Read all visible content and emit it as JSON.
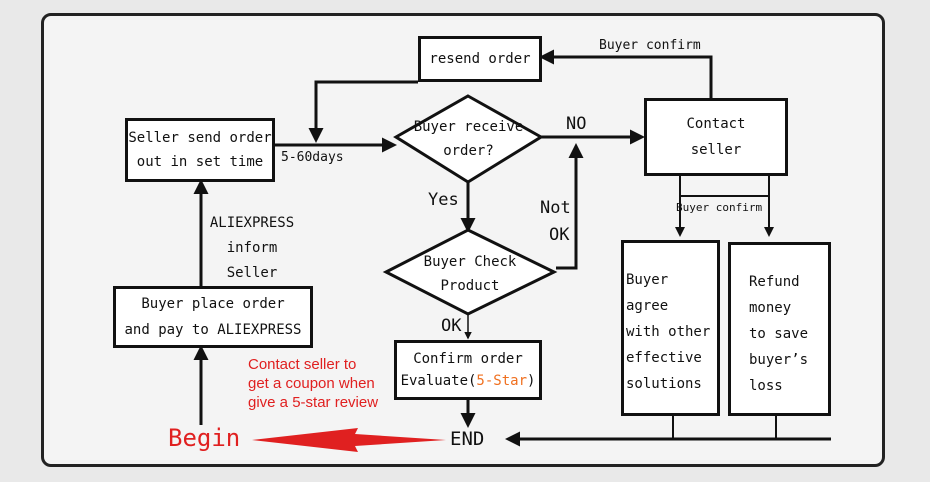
{
  "nodes": {
    "resend_order": "resend order",
    "seller_send_line1": "Seller send order",
    "seller_send_line2": "out in set time",
    "buyer_receive_line1": "Buyer receive",
    "buyer_receive_line2": "order?",
    "contact_seller_line1": "Contact",
    "contact_seller_line2": "seller",
    "buyer_check_line1": "Buyer Check",
    "buyer_check_line2": "Product",
    "confirm_order_line1": "Confirm order",
    "confirm_evaluate": "Evaluate(",
    "confirm_star": "5-Star",
    "confirm_close": ")",
    "buyer_place_line1": "Buyer place order",
    "buyer_place_line2": "and pay to ALIEXPRESS",
    "buyer_agree_line1": "Buyer agree",
    "buyer_agree_line2": "with other",
    "buyer_agree_line3": "effective",
    "buyer_agree_line4": "solutions",
    "refund_line1": "Refund",
    "refund_line2": "money",
    "refund_line3": "to save",
    "refund_line4": "buyer’s",
    "refund_line5": "loss",
    "end": "END",
    "begin": "Begin"
  },
  "labels": {
    "buyer_confirm_top": "Buyer confirm",
    "buyer_confirm_mid": "Buyer confirm",
    "days": "5-60days",
    "no": "NO",
    "yes": "Yes",
    "not": "Not",
    "ok_right": "OK",
    "ok_bottom": "OK",
    "aliexpress_line1": "ALIEXPRESS",
    "aliexpress_line2": "inform",
    "aliexpress_line3": "Seller",
    "coupon_line1": "Contact seller to",
    "coupon_line2": "get a coupon when",
    "coupon_line3": "give a 5-star review"
  },
  "colors": {
    "stroke": "#111111",
    "begin_red": "#e02020",
    "star_orange": "#f07020"
  }
}
